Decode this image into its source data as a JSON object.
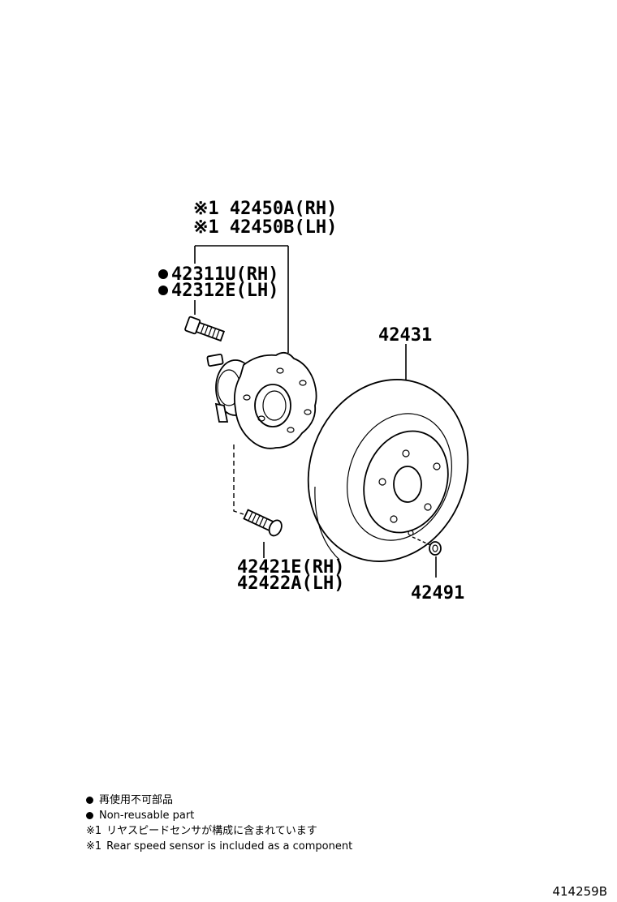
{
  "parts": {
    "hub_rh": "※1 42450A(RH)",
    "hub_lh": "※1 42450B(LH)",
    "bolt_rh": "42311U(RH)",
    "bolt_lh": "42312E(LH)",
    "disc": "42431",
    "hubbolt_rh": "42421E(RH)",
    "hubbolt_lh": "42422A(LH)",
    "plug": "42491"
  },
  "legend": {
    "nonreuse_jp": "再使用不可部品",
    "nonreuse_en": "Non-reusable part",
    "note_mark": "※1",
    "note_jp": "リヤスピードセンサが構成に含まれています",
    "note_en": "Rear speed sensor is included as a component"
  },
  "figure_number": "414259B"
}
